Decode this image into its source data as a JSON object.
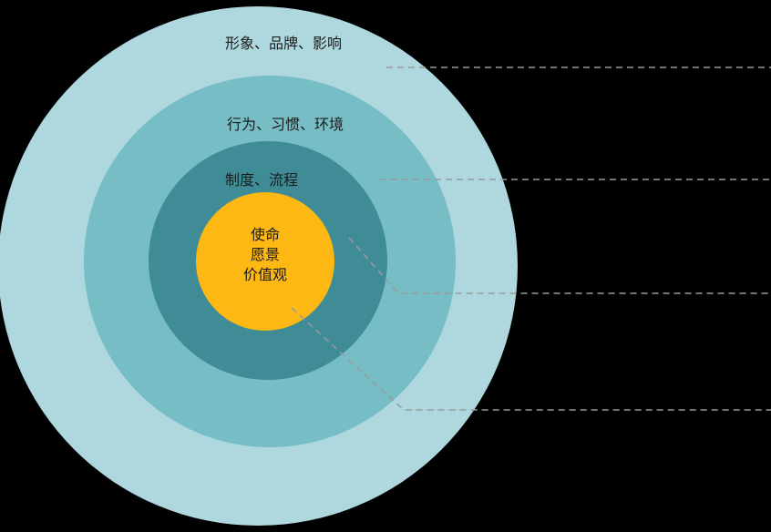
{
  "diagram": {
    "background_color": "#000000",
    "leader_line_color": "#9a9a9a",
    "label_text_color": "#1c1c1c",
    "rings": [
      {
        "label": "形象、品牌、影响",
        "color": "#aed8de"
      },
      {
        "label": "行为、习惯、环境",
        "color": "#76bdc5"
      },
      {
        "label": "制度、流程",
        "color": "#3f8c97"
      },
      {
        "label": "使命 愿景 价值观",
        "color": "#fdb813"
      }
    ],
    "core_lines": [
      "使命",
      "愿景",
      "价值观"
    ]
  }
}
